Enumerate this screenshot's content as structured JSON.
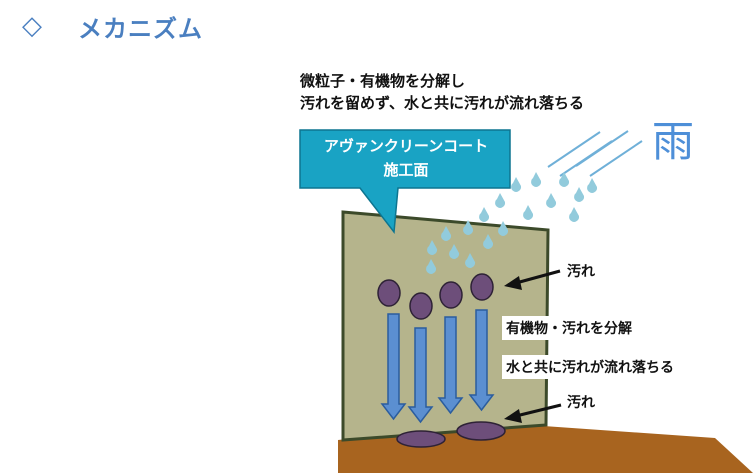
{
  "heading": {
    "mark": "◇",
    "title": "メカニズム"
  },
  "description": {
    "line1": "微粒子・有機物を分解し",
    "line2": "汚れを留めず、水と共に汚れが流れ落ちる"
  },
  "rain_label": "雨",
  "callout": {
    "line1": "アヴァンクリーンコート",
    "line2": "施工面"
  },
  "labels": {
    "dirt_top": "汚れ",
    "decompose": "有機物・汚れを分解",
    "wash": "水と共に汚れが流れ落ちる",
    "dirt_bottom": "汚れ"
  },
  "colors": {
    "accent": "#4a7fc0",
    "callout": "#19a3c4",
    "wall": "#b5b48c",
    "wall_border": "#3c4a2a",
    "ground": "#a8641f",
    "dirt": "#6d4e7a",
    "drop": "#92cbdc",
    "arrow": "#5b8fd1",
    "rain_line": "#6fb0d8"
  }
}
